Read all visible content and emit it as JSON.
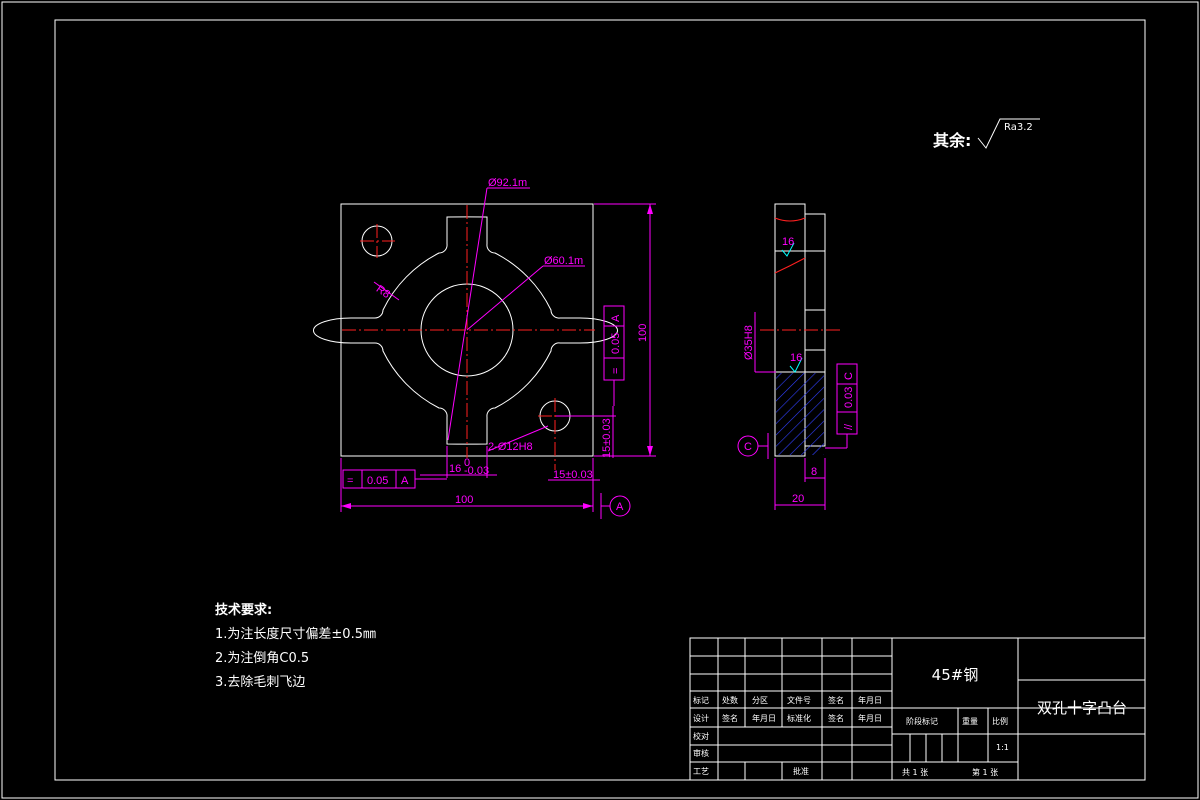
{
  "surface_note": {
    "label": "其余:",
    "roughness": "Ra3.2"
  },
  "front_view": {
    "dims": {
      "big_circle": "Ø92.1m",
      "mid_circle": "Ø60.1m",
      "radius": "R8",
      "holes": "2-Ø12H8",
      "width": "100",
      "height": "100",
      "slot_width": "16",
      "slot_tol_upper": "0",
      "slot_tol_lower": "-0.03",
      "hole_x": "15±0.03",
      "hole_y": "15±0.03",
      "tol_right_sym": "=",
      "tol_right_value": "0.05",
      "tol_right_datum": "A",
      "tol_bottom_sym": "=",
      "tol_bottom_value": "0.05",
      "tol_bottom_datum": "A",
      "datum_a": "A"
    }
  },
  "side_view": {
    "dims": {
      "hole_dia": "Ø35H8",
      "rough_top": "16",
      "rough_mid": "16",
      "tol_sym": "//",
      "tol_value": "0.03",
      "tol_datum": "C",
      "datum_c": "C",
      "width": "20",
      "step": "8"
    }
  },
  "requirements": {
    "title": "技术要求:",
    "items": [
      "1.为注长度尺寸偏差±0.5㎜",
      "2.为注倒角C0.5",
      "3.去除毛刺飞边"
    ]
  },
  "title_block": {
    "material": "45#钢",
    "part_name": "双孔十字凸台",
    "row_labels": [
      "标记",
      "处数",
      "分区",
      "文件号",
      "签名",
      "年月日"
    ],
    "design_row": [
      "设计",
      "签名",
      "年月日",
      "标准化",
      "签名",
      "年月日"
    ],
    "check": "校对",
    "review": "审核",
    "process": "工艺",
    "approve": "批准",
    "stage_mark": "阶段标记",
    "weight": "重量",
    "scale_label": "比例",
    "scale": "1:1",
    "total_sheets": "共 1 张",
    "sheet_no": "第 1 张"
  }
}
